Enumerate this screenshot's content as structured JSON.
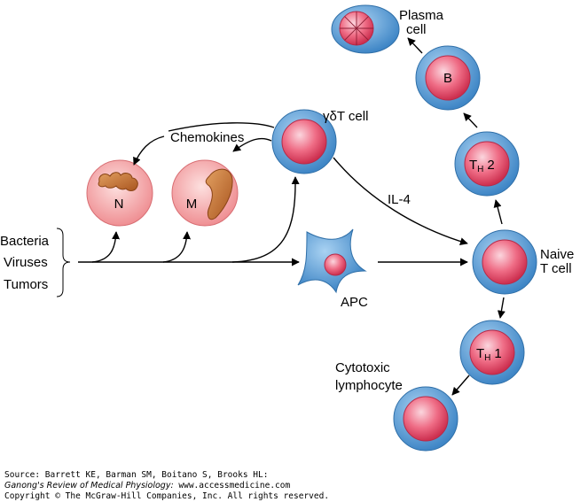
{
  "labels": {
    "plasma_cell_line1": "Plasma",
    "plasma_cell_line2": "cell",
    "b_cell": "B",
    "th2_main": "T",
    "th2_sub": "H",
    "th2_num": "2",
    "gamma_delta": "γδT cell",
    "chemokines": "Chemokines",
    "il4": "IL-4",
    "neutrophil": "N",
    "macrophage": "M",
    "bacteria": "Bacteria",
    "viruses": "Viruses",
    "tumors": "Tumors",
    "apc": "APC",
    "naive_line1": "Naive",
    "naive_line2": "T cell",
    "th1_main": "T",
    "th1_sub": "H",
    "th1_num": "1",
    "cytotoxic_line1": "Cytotoxic",
    "cytotoxic_line2": "lymphocyte"
  },
  "credit": {
    "source_line": "Source: Barrett KE, Barman SM, Boitano S, Brooks HL:",
    "book_title": "Ganong's Review of Medical Physiology:",
    "book_url": " www.accessmedicine.com",
    "copyright": "Copyright © The McGraw-Hill Companies, Inc. All rights reserved."
  },
  "colors": {
    "membrane_blue": "#5b9bd5",
    "nucleus_red": "#e0506a",
    "granulocyte_pink": "#f4a9aa",
    "organelle_brown": "#c7773a",
    "arrow": "#000000"
  }
}
